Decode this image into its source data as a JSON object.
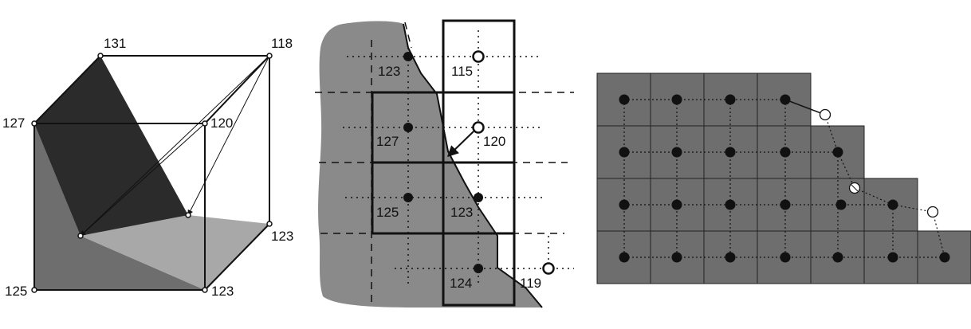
{
  "panel_left": {
    "labels": {
      "top_back_left": "131",
      "top_back_right": "118",
      "top_front_left": "127",
      "top_front_right": "120",
      "right_mid": "123",
      "bottom_left": "125",
      "bottom_right": "123"
    },
    "colors": {
      "dark_face": "#2b2b2b",
      "mid_face": "#6e6e6e",
      "light_face": "#a6a6a6"
    }
  },
  "panel_middle": {
    "labels": {
      "a": "123",
      "b": "115",
      "c": "127",
      "d": "120",
      "e": "125",
      "f": "123",
      "g": "124",
      "h": "119"
    },
    "colors": {
      "region": "#8a8a8a"
    }
  },
  "panel_right": {
    "colors": {
      "cell": "#6e6e6e"
    }
  }
}
